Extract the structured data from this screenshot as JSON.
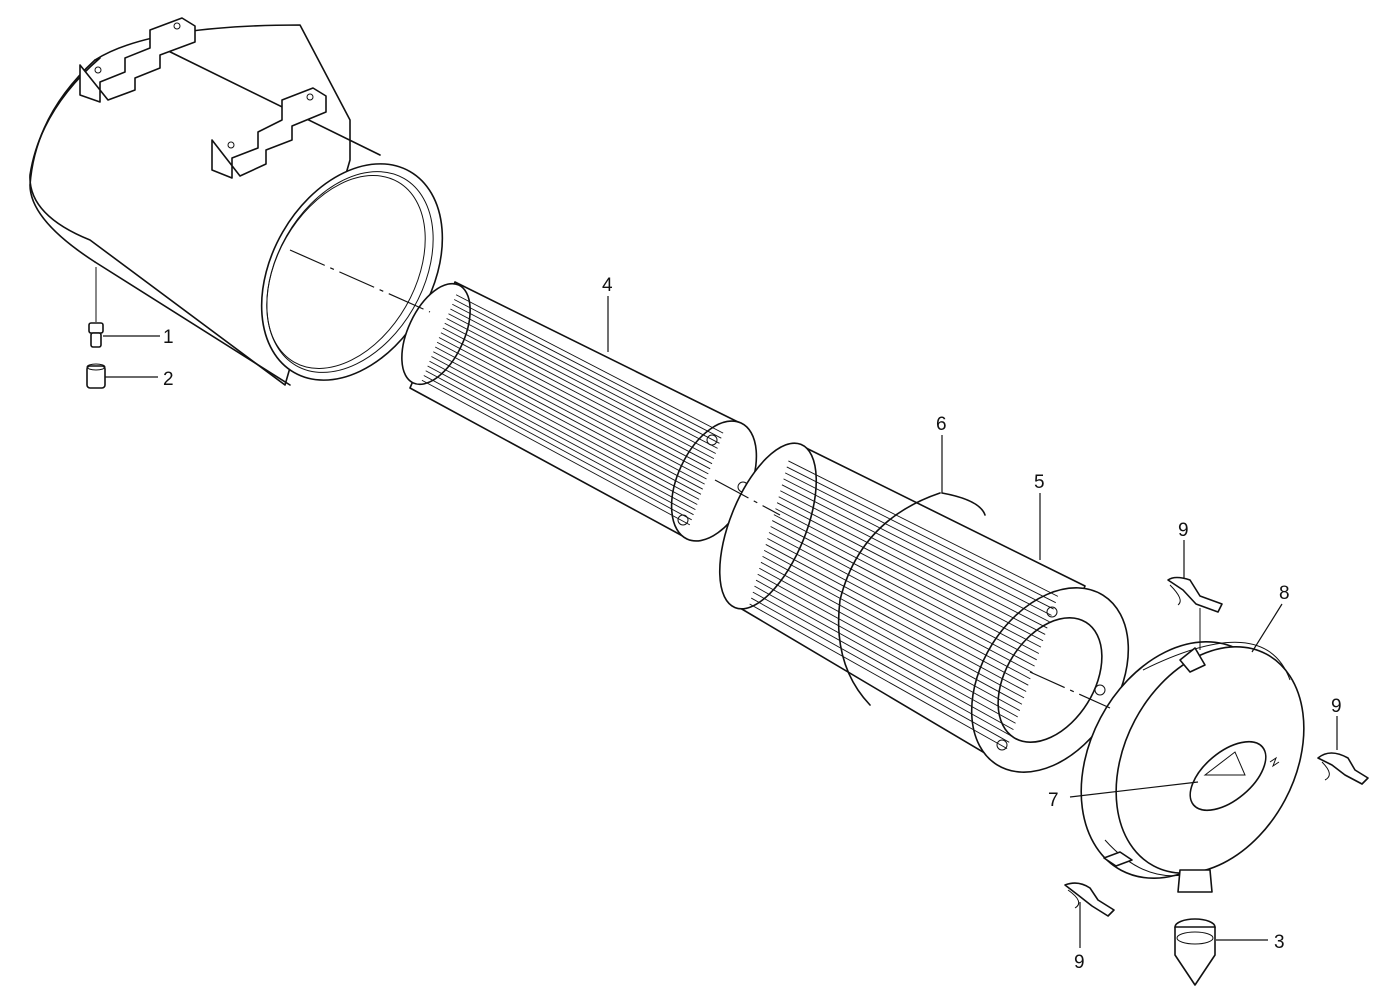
{
  "callouts": [
    {
      "id": "1",
      "text": "1"
    },
    {
      "id": "2",
      "text": "2"
    },
    {
      "id": "3",
      "text": "3"
    },
    {
      "id": "4",
      "text": "4"
    },
    {
      "id": "5",
      "text": "5"
    },
    {
      "id": "6",
      "text": "6"
    },
    {
      "id": "7",
      "text": "7"
    },
    {
      "id": "8",
      "text": "8"
    },
    {
      "id": "9a",
      "text": "9"
    },
    {
      "id": "9b",
      "text": "9"
    },
    {
      "id": "9c",
      "text": "9"
    }
  ]
}
